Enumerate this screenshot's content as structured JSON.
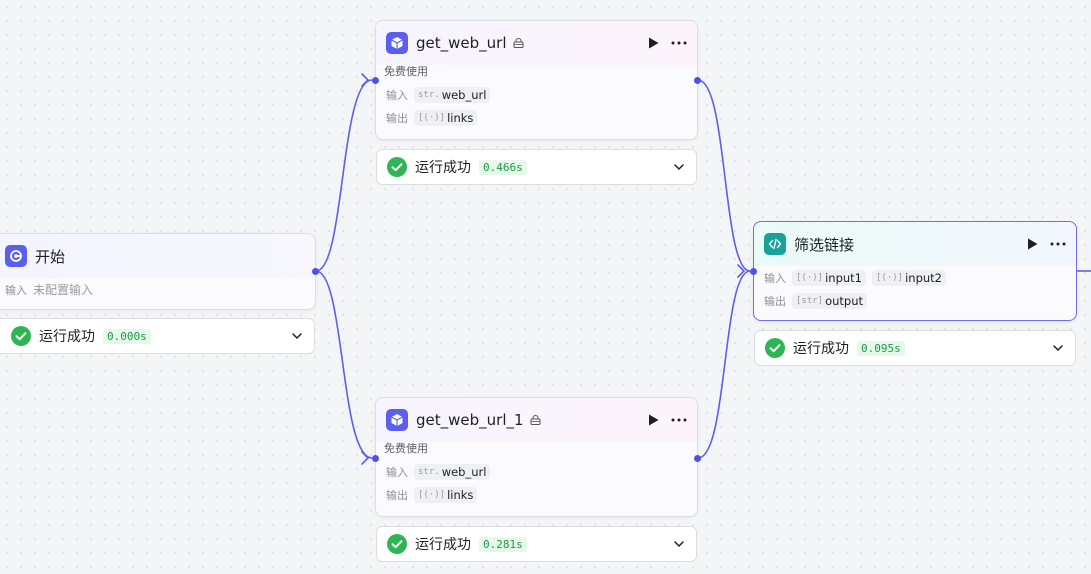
{
  "nodes": {
    "start": {
      "title": "开始",
      "input_label": "输入",
      "input_value": "未配置输入",
      "status_text": "运行成功",
      "duration": "0.000s"
    },
    "get_web_url": {
      "title": "get_web_url",
      "note": "免费使用",
      "input_label": "输入",
      "input_type": "str.",
      "input_name": "web_url",
      "output_label": "输出",
      "output_type": "[(·)]",
      "output_name": "links",
      "status_text": "运行成功",
      "duration": "0.466s"
    },
    "get_web_url_1": {
      "title": "get_web_url_1",
      "note": "免费使用",
      "input_label": "输入",
      "input_type": "str.",
      "input_name": "web_url",
      "output_label": "输出",
      "output_type": "[(·)]",
      "output_name": "links",
      "status_text": "运行成功",
      "duration": "0.281s"
    },
    "filter": {
      "title": "筛选链接",
      "input_label": "输入",
      "input1_type": "[(·)]",
      "input1_name": "input1",
      "input2_type": "[(·)]",
      "input2_name": "input2",
      "output_label": "输出",
      "output_type": "[str]",
      "output_name": "output",
      "status_text": "运行成功",
      "duration": "0.095s"
    }
  },
  "colors": {
    "accent": "#5b5ff0",
    "wire": "#5b60e8",
    "success": "#2fb554",
    "code_icon": "#17a39a"
  },
  "icons": {
    "plugin": "cube-icon",
    "start": "start-icon",
    "code": "code-icon",
    "run": "play-icon",
    "more": "more-icon",
    "lock": "lock-icon",
    "success": "check-circle-icon",
    "expand": "chevron-down-icon"
  }
}
